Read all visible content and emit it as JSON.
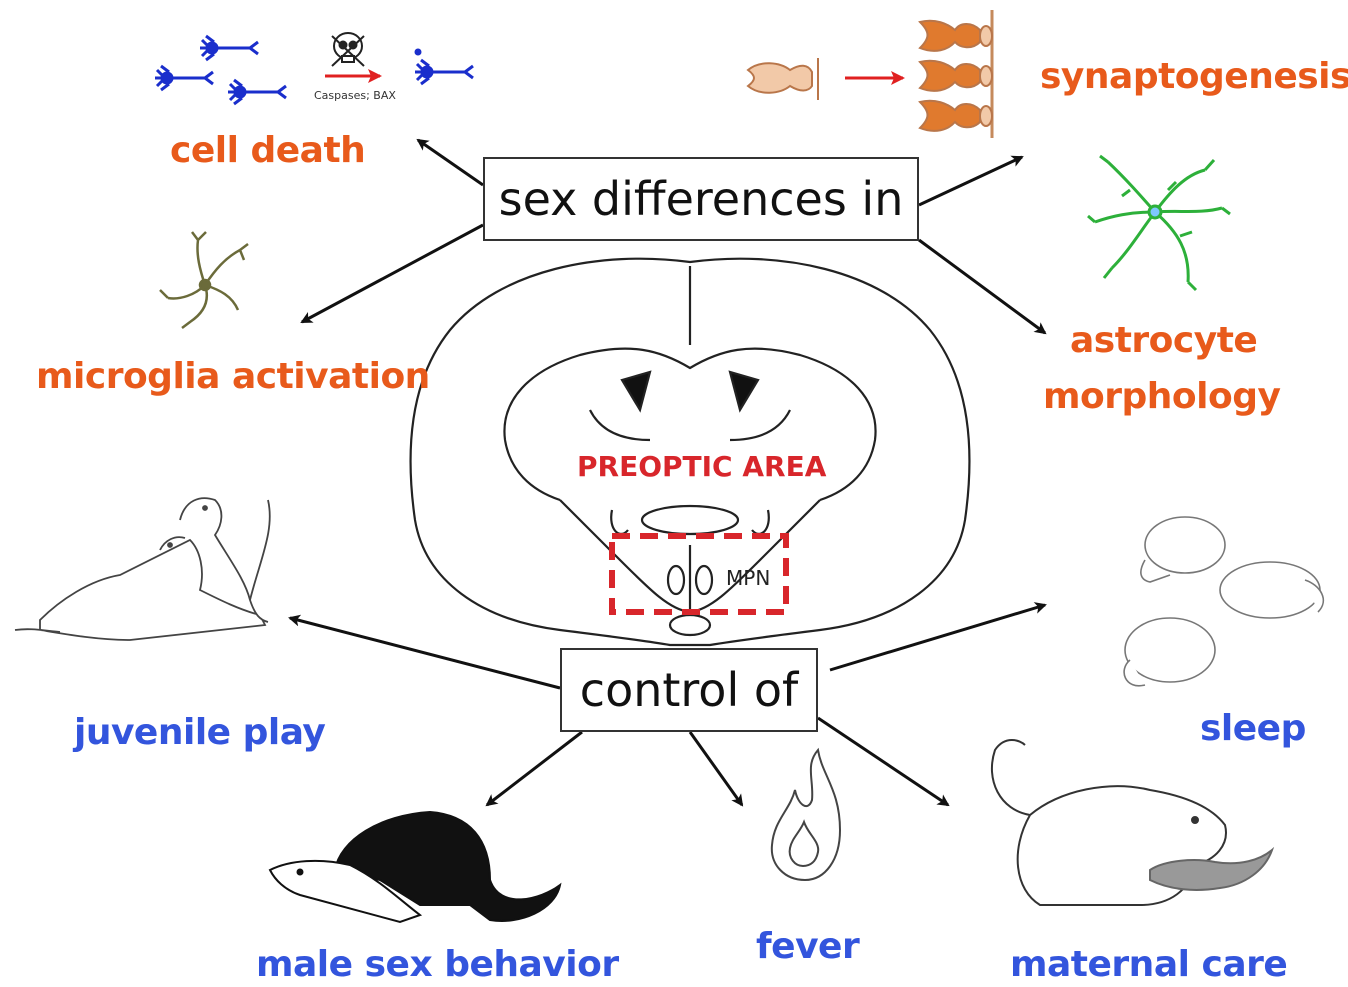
{
  "diagram": {
    "center_box_top": "sex differences in",
    "center_box_bottom": "control of",
    "region_label": "PREOPTIC AREA",
    "nucleus_label": "MPN",
    "caspase_label": "Caspases; BAX",
    "outcomes_top": [
      {
        "id": "cell_death",
        "label": "cell death"
      },
      {
        "id": "synaptogenesis",
        "label": "synaptogenesis"
      },
      {
        "id": "microglia",
        "label": "microglia activation"
      },
      {
        "id": "astrocyte_1",
        "label": "astrocyte"
      },
      {
        "id": "astrocyte_2",
        "label": "morphology"
      }
    ],
    "outcomes_bottom": [
      {
        "id": "juvenile_play",
        "label": "juvenile play"
      },
      {
        "id": "sleep",
        "label": "sleep"
      },
      {
        "id": "male_sex",
        "label": "male sex behavior"
      },
      {
        "id": "fever",
        "label": "fever"
      },
      {
        "id": "maternal_care",
        "label": "maternal care"
      }
    ],
    "colors": {
      "orange_text": "#e85a1b",
      "blue_text": "#3355dd",
      "red_text": "#d8262b",
      "dashed_box": "#d8262b",
      "arrow": "#111111",
      "neuron_blue": "#1a2ecc",
      "astrocyte_green": "#2db03a",
      "synapse_orange": "#e07a2e"
    },
    "icons": [
      "neuron-icon",
      "skull-icon",
      "synapse-icon",
      "microglia-icon",
      "astrocyte-icon",
      "rat-icon",
      "flame-icon",
      "brain-section-icon"
    ]
  }
}
